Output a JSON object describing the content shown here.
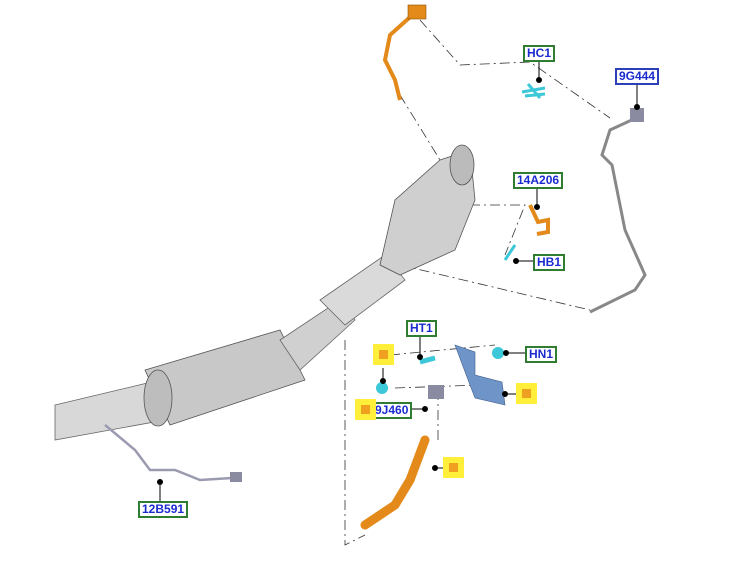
{
  "callouts": {
    "hc1": "HC1",
    "g9g444": "9G444",
    "a14a206": "14A206",
    "hb1": "HB1",
    "ht1": "HT1",
    "hn1": "HN1",
    "j9j460": "9J460",
    "b12b591": "12B591"
  },
  "colors": {
    "label_text": "#1a2bd0",
    "label_border": "#2e7d32",
    "marker": "#ffef3a",
    "marker_dot": "#f0a020",
    "orange_part": "#e38a1a",
    "cyan_part": "#3cc8d8",
    "blue_part": "#6f95c8"
  }
}
